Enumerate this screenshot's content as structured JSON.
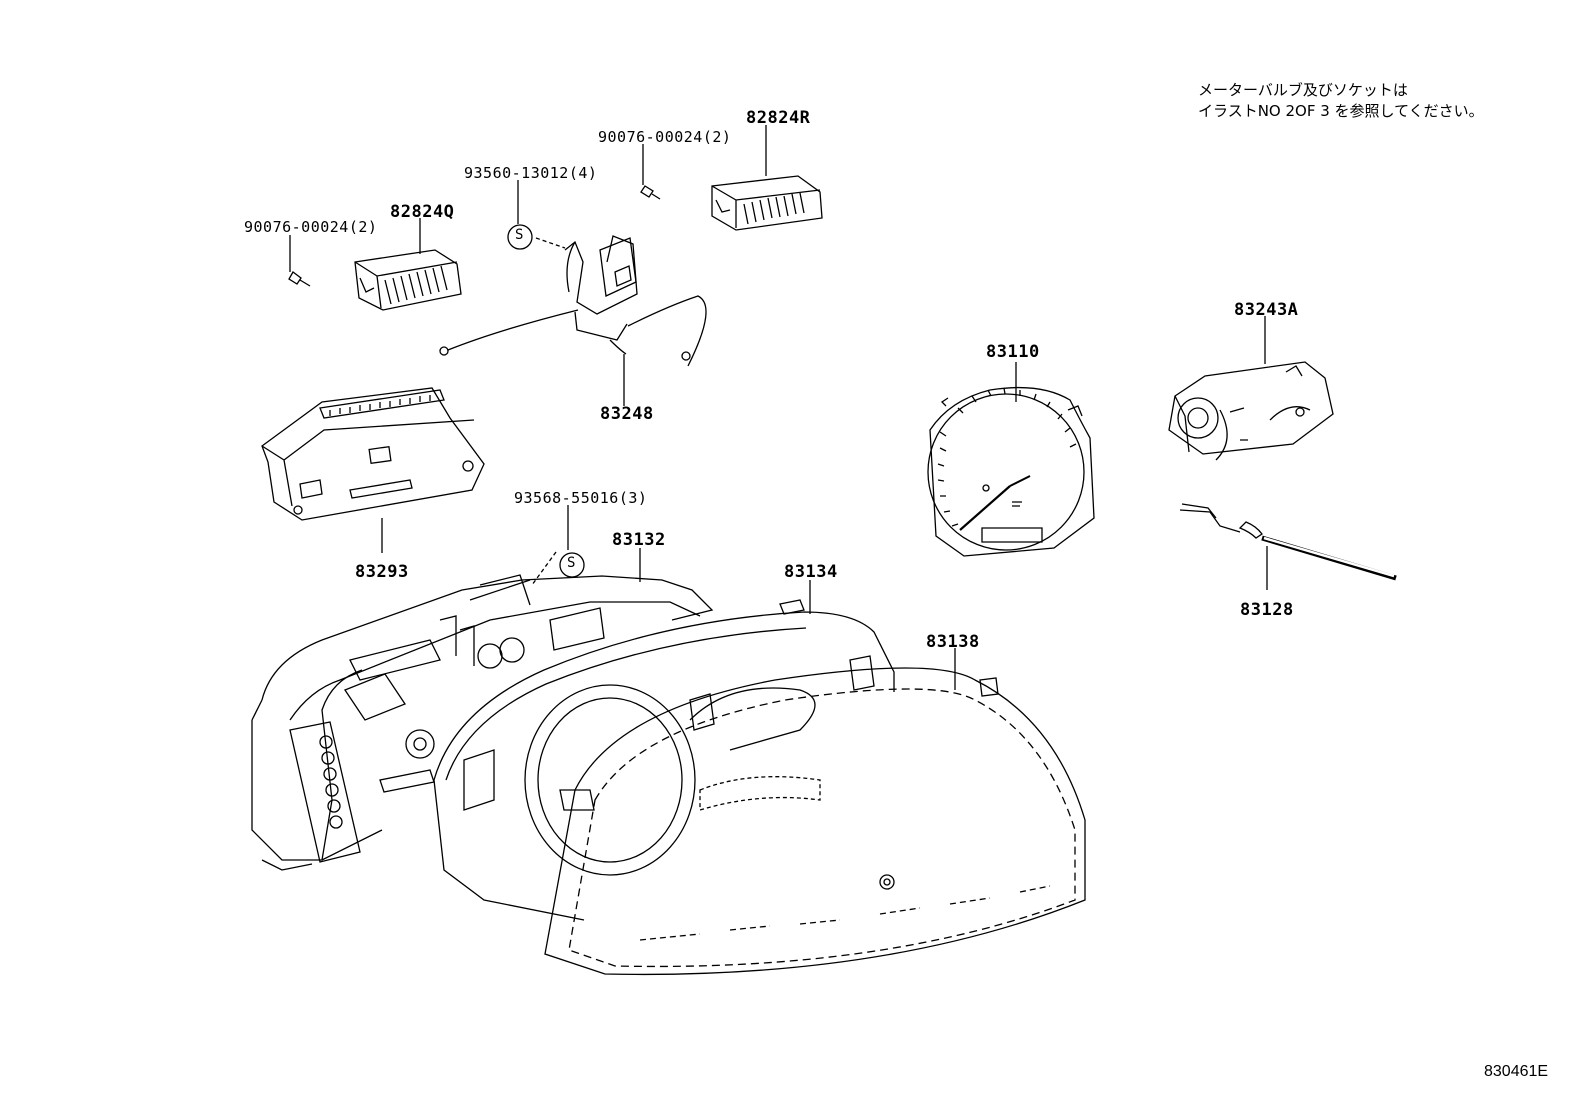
{
  "note": {
    "line1": "メーターバルブ及びソケットは",
    "line2": "イラストNO 2OF 3 を参照してください。"
  },
  "figure_id": "830461E",
  "callouts": {
    "p82824R": "82824R",
    "p90076_top": "90076-00024(2)",
    "p93560": "93560-13012(4)",
    "p90076_left": "90076-00024(2)",
    "p82824Q": "82824Q",
    "p83248": "83248",
    "p83293": "83293",
    "p93568": "93568-55016(3)",
    "p83132": "83132",
    "p83134": "83134",
    "p83138": "83138",
    "p83110": "83110",
    "p83243A": "83243A",
    "p83128": "83128"
  },
  "symbols": {
    "screw_mark": "S"
  }
}
